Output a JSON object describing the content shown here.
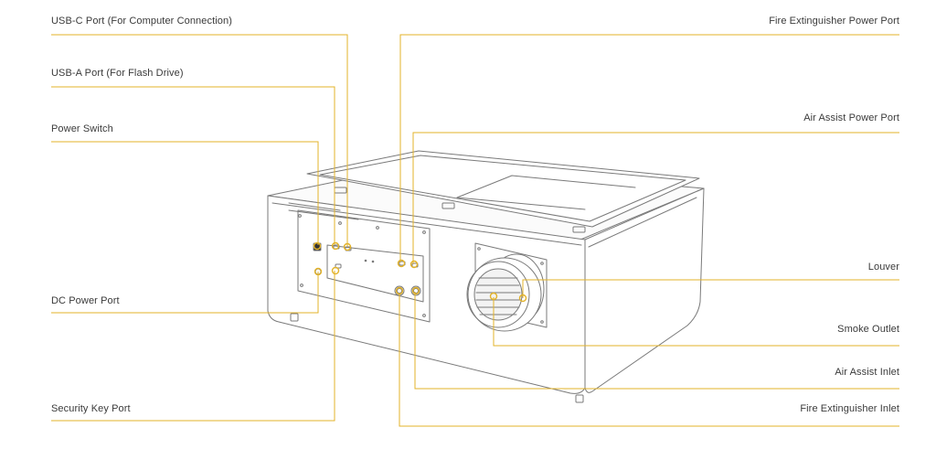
{
  "accent_color": "#e3b32a",
  "line_color": "#7a7a7a",
  "callouts": {
    "usb_c": "USB-C Port (For Computer Connection)",
    "usb_a": "USB-A Port (For Flash Drive)",
    "power_switch": "Power Switch",
    "dc_power": "DC Power Port",
    "security_key": "Security Key Port",
    "fire_ext_power": "Fire Extinguisher Power Port",
    "air_assist_power": "Air Assist Power Port",
    "louver": "Louver",
    "smoke_outlet": "Smoke Outlet",
    "air_assist_inlet": "Air Assist Inlet",
    "fire_ext_inlet": "Fire Extinguisher Inlet"
  }
}
